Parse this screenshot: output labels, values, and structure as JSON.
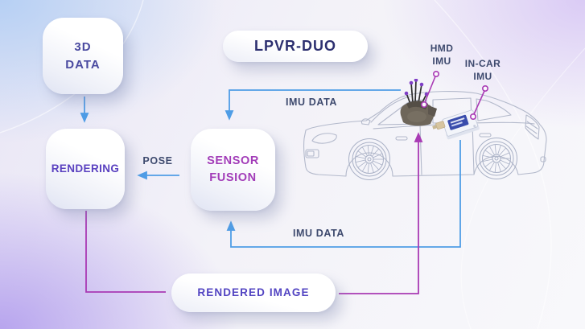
{
  "diagram": {
    "title": "LPVR-DUO",
    "nodes": {
      "data3d": {
        "line1": "3D",
        "line2": "DATA"
      },
      "rendering": {
        "label": "RENDERING"
      },
      "sensor_fusion": {
        "line1": "SENSOR",
        "line2": "FUSION"
      },
      "rendered_image": {
        "label": "RENDERED IMAGE"
      }
    },
    "edge_labels": {
      "pose": "POSE",
      "imu_data_top": "IMU DATA",
      "imu_data_bottom": "IMU DATA"
    },
    "callouts": {
      "hmd_imu": {
        "line1": "HMD",
        "line2": "IMU"
      },
      "incar_imu": {
        "line1": "IN-CAR",
        "line2": "IMU"
      }
    },
    "icons": {
      "car": "car-side-outline-illustration",
      "hmd": "vr-headset-with-tracking-markers",
      "imu": "imu-sensor-box"
    },
    "colors": {
      "arrow_blue": "#4f9de6",
      "line_magenta": "#a93ab4",
      "label_slate": "#3e4a6e",
      "text_indigo": "#4a4aa0",
      "text_purple": "#5a41c0",
      "text_magenta": "#a23cb8",
      "text_navy": "#2d3070",
      "text_violet": "#5244c2",
      "car_outline": "#b3b9cb"
    }
  }
}
